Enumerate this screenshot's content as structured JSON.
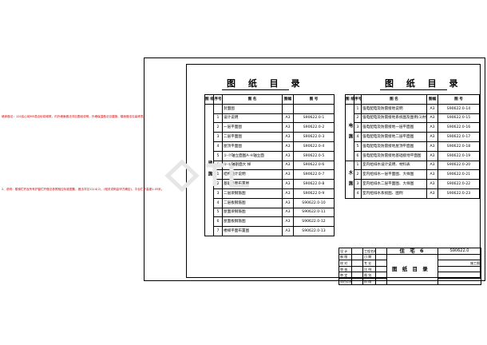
{
  "left_notes": [
    "墙体做法：120实心砖M5混合砂浆砌筑，内外墙面做法详见图纸说明，外墙保温做法见建施，楼面做法见装修表。",
    "2、说明：楼梯栏杆及所有护窗栏杆做法参照相应标准图集，做法详见12J-4(2)，(相关说明由甲方确定)，平台栏杆高度1.05米。"
  ],
  "left_table": {
    "title": "图 纸 目 录",
    "headers": [
      "图 纸",
      "序号",
      "图       名",
      "图幅",
      "图       号"
    ],
    "group_label": "建 施",
    "rows": [
      {
        "no": "",
        "name": "封面图",
        "size": "",
        "code": ""
      },
      {
        "no": "1",
        "name": "设计说明",
        "size": "A3",
        "code": "S90622.0-1"
      },
      {
        "no": "2",
        "name": "一层平面图",
        "size": "A3",
        "code": "S90622.0-2"
      },
      {
        "no": "3",
        "name": "二层平面图",
        "size": "A3",
        "code": "S90622.0-3"
      },
      {
        "no": "4",
        "name": "屋顶平面图",
        "size": "A3",
        "code": "S90622.0-4"
      },
      {
        "no": "5",
        "name": "①-⑦轴立面图A-④轴立面",
        "size": "A3",
        "code": "S90622.0-5"
      },
      {
        "no": "6",
        "name": "①-①轴剖面大  样",
        "size": "A3",
        "code": "S90622.0-6"
      },
      {
        "no": "1",
        "name": "结构设计说明",
        "size": "A3",
        "code": "S90622.0-7"
      },
      {
        "no": "2",
        "name": "基础平面布置图",
        "size": "A3",
        "code": "S90622.0-8"
      },
      {
        "no": "3",
        "name": "二层梁钢筋图",
        "size": "A3",
        "code": "S90622.0-9"
      },
      {
        "no": "4",
        "name": "二层板钢筋图",
        "size": "A3",
        "code": "S90622.0-10"
      },
      {
        "no": "5",
        "name": "屋面梁钢筋图",
        "size": "A3",
        "code": "S90622.0-11"
      },
      {
        "no": "6",
        "name": "屋面板钢筋图",
        "size": "A3",
        "code": "S90622.0-12"
      },
      {
        "no": "7",
        "name": "楼梯平面布置图",
        "size": "A3",
        "code": "S90622.0-13"
      }
    ]
  },
  "right_table": {
    "title": "图 纸 目 录",
    "headers": [
      "图 纸",
      "序号",
      "图       名",
      "图幅",
      "图       号"
    ],
    "groups": [
      {
        "label": "电 施",
        "rows": [
          {
            "no": "1",
            "name": "强电配电及防雷接地说明",
            "size": "A3",
            "code": "S90622.0-14"
          },
          {
            "no": "2",
            "name": "强电配电及防雷接地系统图及图例(1)材料表",
            "size": "A3",
            "code": "S90622.0-15"
          },
          {
            "no": "3",
            "name": "强电配电及防雷接地一层平面图",
            "size": "A3",
            "code": "S90622.0-16"
          },
          {
            "no": "4",
            "name": "强电配电及防雷接地二层平面图",
            "size": "A3",
            "code": "S90622.0-17"
          },
          {
            "no": "5",
            "name": "强电配电及防雷接地屋顶平面图",
            "size": "A3",
            "code": "S90622.0-18"
          },
          {
            "no": "6",
            "name": "强电配电及防雷接地基础接地平面图",
            "size": "A3",
            "code": "S90622.0-19"
          }
        ]
      },
      {
        "label": "水 施",
        "rows": [
          {
            "no": "1",
            "name": "室内给排水设计说明、材料表",
            "size": "A3",
            "code": "S90622.0-20"
          },
          {
            "no": "2",
            "name": "室内给排水一层平面图、大样图",
            "size": "A3",
            "code": "S90622.0-21"
          },
          {
            "no": "3",
            "name": "室内给排水二层平面图、大样图",
            "size": "A3",
            "code": "S90622.0-22"
          },
          {
            "no": "4",
            "name": "室内给排水系统图、图例",
            "size": "A3",
            "code": "S90622.0-23"
          }
        ]
      }
    ]
  },
  "title_block": {
    "project": "住 宅 6",
    "drawing_no": "S90622.0",
    "drawing_name": "图 纸 目 录",
    "labels_left": [
      "设  计",
      "制  图",
      "校  对",
      "审  核",
      "审  定",
      "项目负责"
    ],
    "labels_mid": [
      "工程名称",
      "日  期",
      "专  业",
      "比  例",
      "图  别",
      "阶  段"
    ],
    "stage": "施工图"
  }
}
